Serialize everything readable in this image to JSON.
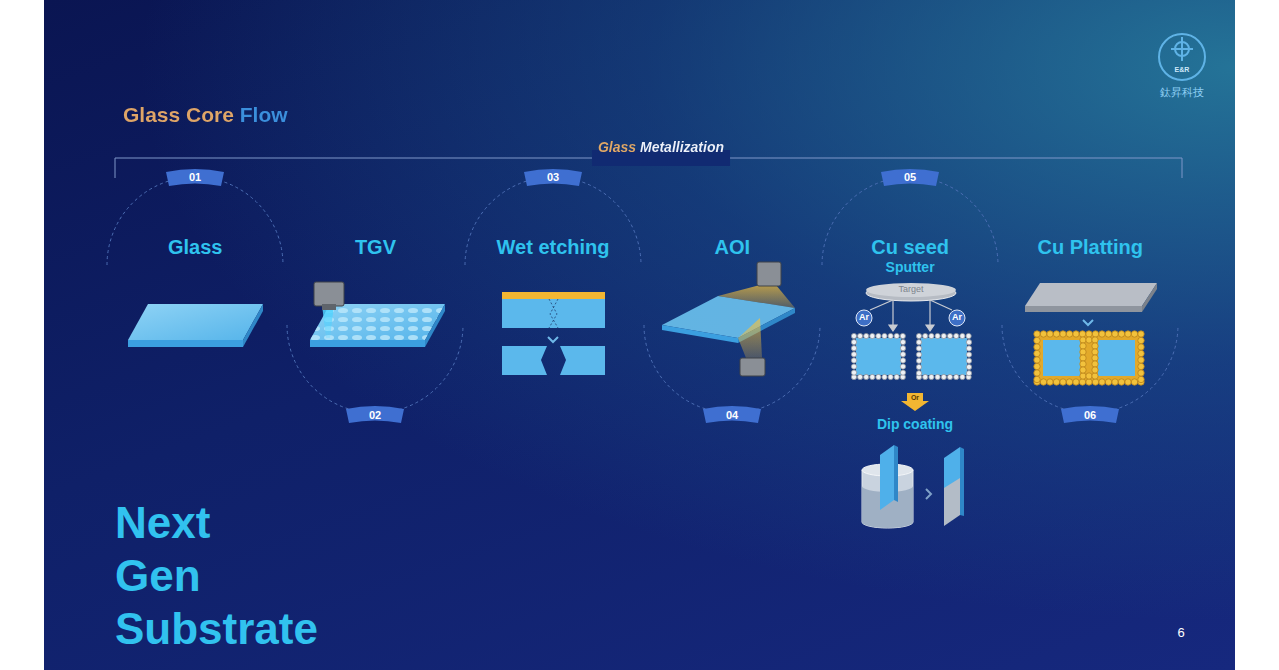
{
  "diagram": {
    "title": "Glass Core Flow",
    "nodes": [
      {
        "text": [
          "Glass"
        ]
      },
      {
        "text": [
          "TGV"
        ]
      },
      {
        "text": [
          "Wet etching"
        ]
      },
      {
        "text": [
          "AOI"
        ]
      },
      {
        "text": [
          "Cu seed",
          "Sputter"
        ]
      },
      {
        "text": [
          "Cu Platting"
        ]
      }
    ],
    "labels": [
      "Glass Metallization",
      "01",
      "02",
      "03",
      "04",
      "05",
      "06",
      "Target",
      "Ar",
      "Ar",
      "Or",
      "Dip coating",
      "Next Gen Substrate",
      "6",
      "E&R",
      "鈦昇科技"
    ]
  }
}
